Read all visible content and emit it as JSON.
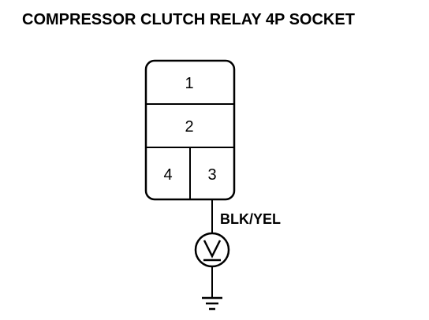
{
  "title": "COMPRESSOR CLUTCH RELAY 4P SOCKET",
  "connector": {
    "pins": [
      {
        "number": "1"
      },
      {
        "number": "2"
      },
      {
        "number": "4"
      },
      {
        "number": "3"
      }
    ]
  },
  "wire": {
    "color_label": "BLK/YEL"
  },
  "symbols": {
    "meter": "voltmeter-icon",
    "ground": "ground-icon"
  }
}
